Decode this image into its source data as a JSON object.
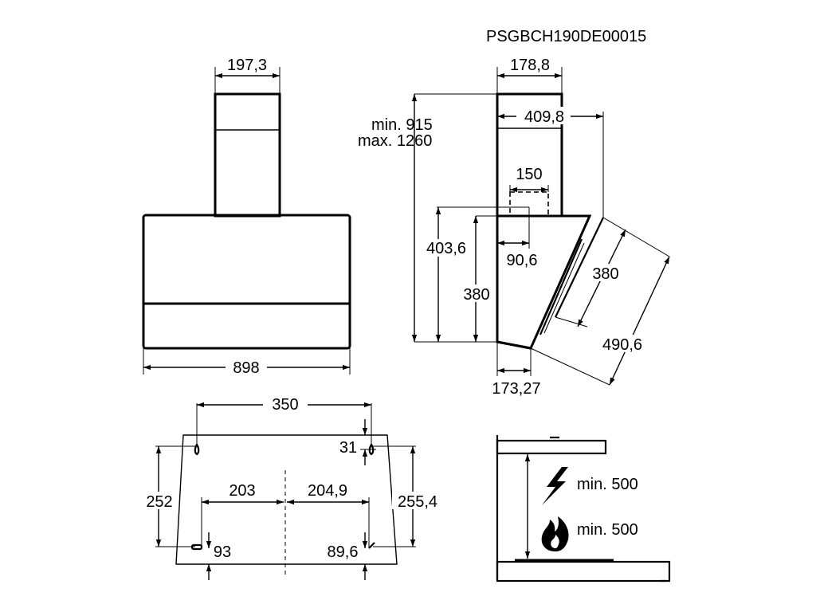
{
  "document_code": "PSGBCH190DE00015",
  "front_view": {
    "chimney_width": "197,3",
    "total_width": "898"
  },
  "side_view": {
    "chimney_depth": "178,8",
    "height_range_min": "min. 915",
    "height_range_max": "max. 1260",
    "top_depth": "409,8",
    "outlet_diameter": "150",
    "outlet_offset": "90,6",
    "canopy_height_total": "403,6",
    "canopy_height": "380",
    "bottom_depth": "173,27",
    "panel_length": "380",
    "panel_total_length": "490,6"
  },
  "mounting_view": {
    "hole_spacing_top": "350",
    "hole_top_offset": "31",
    "left_height": "252",
    "right_height": "255,4",
    "left_half": "203",
    "right_half": "204,9",
    "left_bottom_offset": "93",
    "right_bottom_offset": "89,6"
  },
  "clearance_view": {
    "electric_min": "min. 500",
    "gas_min": "min. 500",
    "electric_icon": "lightning-icon",
    "gas_icon": "flame-icon"
  }
}
